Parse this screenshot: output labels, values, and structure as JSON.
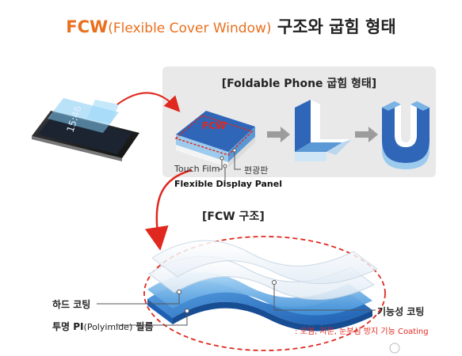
{
  "title": {
    "fcw": "FCW",
    "paren": "(Flexible Cover Window)",
    "korean": " 구조와 굽힘 형태"
  },
  "foldable_panel": {
    "title": "[Foldable Phone 굽힘 형태]",
    "fcw_label": "FCW",
    "touch_film_label": "Touch Film",
    "polarizer_label": "편광판",
    "display_panel_label": "Flexible  Display Panel"
  },
  "structure": {
    "title": "[FCW 구조]",
    "hard_coating_label": "하드 코팅",
    "pi_film_label_main": "투명 PI",
    "pi_film_label_sub": "(Polyimide)",
    "pi_film_label_end": " 필름",
    "functional_coating_label": "기능성 코팅",
    "functional_coating_note": ": 오염, 지문, 눈부심 방지 기능 Coating"
  },
  "phone_screen": {
    "time_text": "15:46"
  },
  "colors": {
    "accent_orange": "#e8701e",
    "red": "#e0281e",
    "panel_bg": "#e9e9ea",
    "blue_dark": "#2f73c7",
    "blue_light": "#8fc4ee"
  }
}
